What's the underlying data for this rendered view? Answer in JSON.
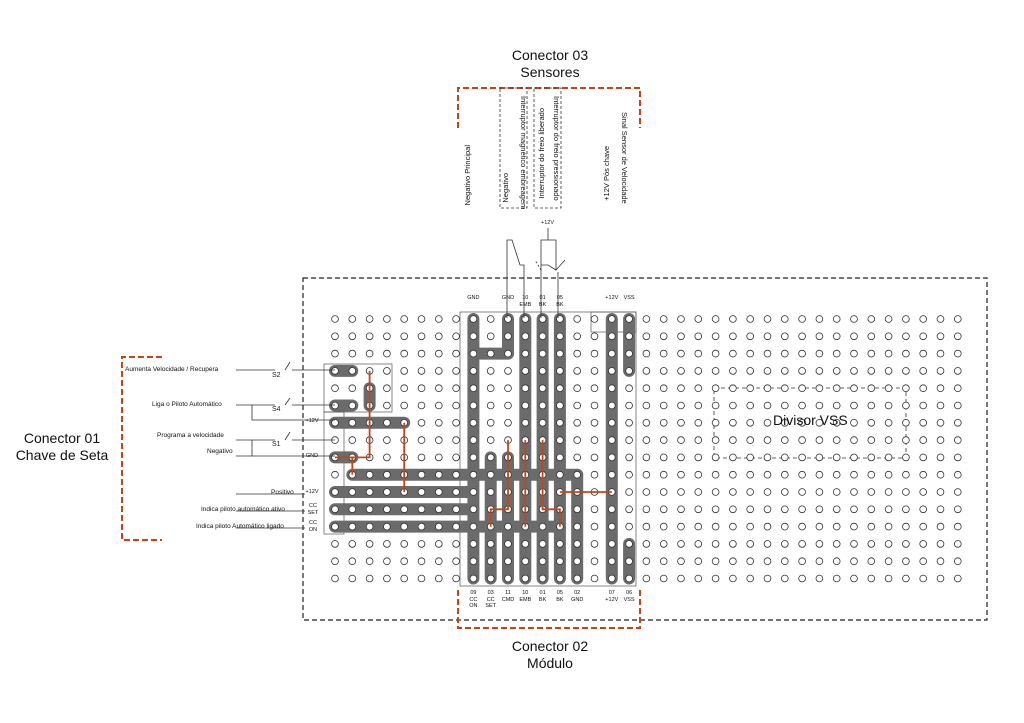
{
  "connectors": {
    "c03": {
      "line1": "Conector 03",
      "line2": "Sensores"
    },
    "c01": {
      "line1": "Conector 01",
      "line2": "Chave de Seta"
    },
    "c02": {
      "line1": "Conector 02",
      "line2": "Módulo"
    }
  },
  "divisor_label": "Divisor VSS",
  "sensor_labels": [
    "Negativo Principal",
    "Interruptor magnético embreagem",
    "Negativo",
    "Interruptor do freio liberado",
    "Interruptor do freio pressionado",
    "+12V Pós chave",
    "Sinal Sensor de Velocidade"
  ],
  "switch_supply": "+12V",
  "left_labels": [
    "Aumenta Velocidade / Recupera",
    "Liga o Piloto Automático",
    "Programa a velocidade",
    "Negativo",
    "Positivo",
    "Indica piloto automático ativo",
    "Indica piloto Automático ligado"
  ],
  "switch_names": [
    "S2",
    "S4",
    "S1"
  ],
  "left_pin_tags": [
    {
      "a": "+12V",
      "b": ""
    },
    {
      "a": "GND",
      "b": ""
    },
    {
      "a": "+12V",
      "b": ""
    },
    {
      "a": "CC",
      "b": "SET"
    },
    {
      "a": "CC",
      "b": "ON"
    }
  ],
  "top_pins": [
    {
      "a": "GND",
      "b": ""
    },
    {
      "a": "GND",
      "b": ""
    },
    {
      "a": "10",
      "b": "EMB"
    },
    {
      "a": "01",
      "b": "BK"
    },
    {
      "a": "05",
      "b": "BK"
    },
    {
      "a": "+12V",
      "b": ""
    },
    {
      "a": "VSS",
      "b": ""
    }
  ],
  "bottom_pins": [
    {
      "a": "09",
      "b": "CC",
      "c": "ON"
    },
    {
      "a": "03",
      "b": "CC",
      "c": "SET"
    },
    {
      "a": "11",
      "b": "CMD",
      "c": ""
    },
    {
      "a": "10",
      "b": "EMB",
      "c": ""
    },
    {
      "a": "01",
      "b": "BK",
      "c": ""
    },
    {
      "a": "05",
      "b": "BK",
      "c": ""
    },
    {
      "a": "02",
      "b": "GND",
      "c": ""
    },
    {
      "a": "07",
      "b": "+12V",
      "c": ""
    },
    {
      "a": "06",
      "b": "VSS",
      "c": ""
    }
  ],
  "colors": {
    "trace": "#6b6b6b",
    "jumper": "#c0471c",
    "bracket": "#c0471c",
    "border": "#222222"
  }
}
